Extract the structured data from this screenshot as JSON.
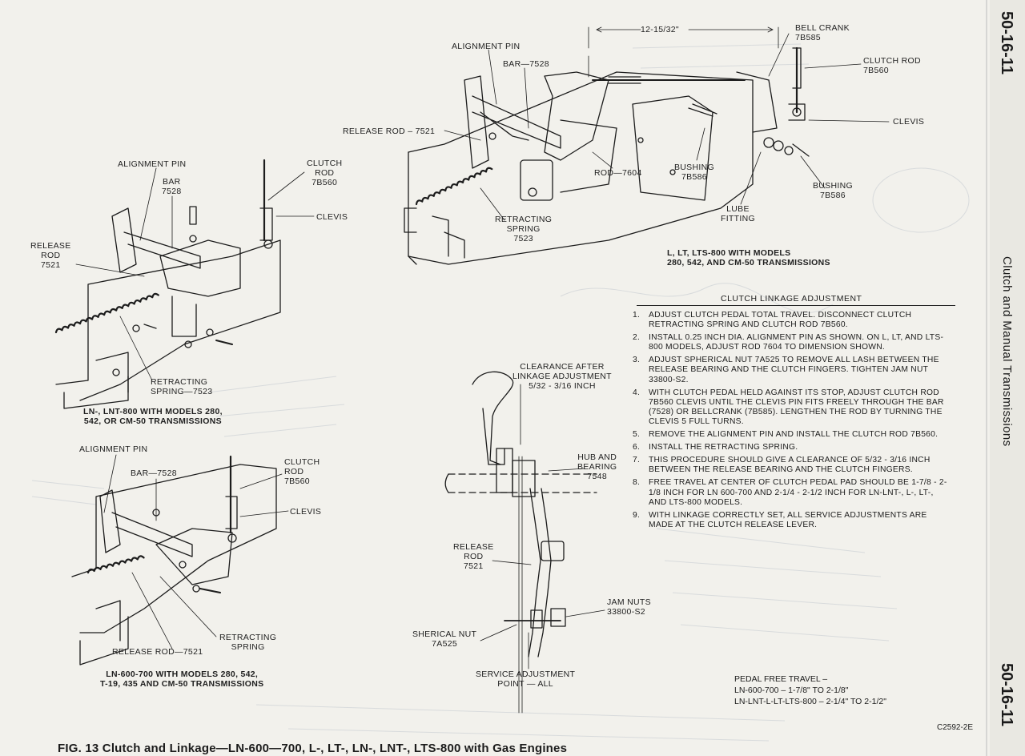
{
  "page": {
    "number": "50-16-11",
    "section_title": "Clutch and Manual Transmissions",
    "figure_caption": "FIG. 13 Clutch and Linkage—LN-600—700, L-, LT-, LN-, LNT-, LTS-800 with Gas Engines",
    "drawing_code": "C2592-2E"
  },
  "top_right_view": {
    "dimension": "12-15/32\"",
    "labels": {
      "alignment_pin": "ALIGNMENT PIN",
      "bar": "BAR—7528",
      "release_rod": "RELEASE ROD – 7521",
      "rod": "ROD—7604",
      "retracting_spring": [
        "RETRACTING",
        "SPRING",
        "7523"
      ],
      "bell_crank": [
        "BELL CRANK",
        "7B585"
      ],
      "clutch_rod": [
        "CLUTCH ROD",
        "7B560"
      ],
      "clevis": "CLEVIS",
      "bushing_1": [
        "BUSHING",
        "7B586"
      ],
      "bushing_2": [
        "BUSHING",
        "7B586"
      ],
      "lube_fitting": [
        "LUBE",
        "FITTING"
      ]
    },
    "caption": [
      "L, LT, LTS-800 WITH MODELS",
      "280, 542, AND CM-50 TRANSMISSIONS"
    ]
  },
  "left_top_view": {
    "labels": {
      "alignment_pin": "ALIGNMENT PIN",
      "bar": [
        "BAR",
        "7528"
      ],
      "clutch_rod": [
        "CLUTCH",
        "ROD",
        "7B560"
      ],
      "clevis": "CLEVIS",
      "release_rod": [
        "RELEASE",
        "ROD",
        "7521"
      ],
      "retracting_spring": [
        "RETRACTING",
        "SPRING—7523"
      ]
    },
    "caption": [
      "LN-, LNT-800 WITH MODELS 280,",
      "542, OR CM-50 TRANSMISSIONS"
    ]
  },
  "left_bottom_view": {
    "labels": {
      "alignment_pin": "ALIGNMENT PIN",
      "bar": "BAR—7528",
      "clutch_rod": [
        "CLUTCH",
        "ROD",
        "7B560"
      ],
      "clevis": "CLEVIS",
      "retracting_spring": [
        "RETRACTING",
        "SPRING"
      ],
      "release_rod": "RELEASE ROD—7521"
    },
    "caption": [
      "LN-600-700 WITH MODELS 280, 542,",
      "T-19, 435 AND CM-50 TRANSMISSIONS"
    ]
  },
  "center_view": {
    "labels": {
      "clearance": [
        "CLEARANCE AFTER",
        "LINKAGE ADJUSTMENT",
        "5/32 - 3/16 INCH"
      ],
      "hub_bearing": [
        "HUB AND",
        "BEARING",
        "7548"
      ],
      "release_rod": [
        "RELEASE",
        "ROD",
        "7521"
      ],
      "jam_nuts": [
        "JAM NUTS",
        "33800-S2"
      ],
      "spherical_nut": [
        "SHERICAL NUT",
        "7A525"
      ],
      "service_adjustment": [
        "SERVICE ADJUSTMENT",
        "POINT — ALL"
      ]
    }
  },
  "procedure": {
    "heading": "CLUTCH LINKAGE ADJUSTMENT",
    "steps": [
      {
        "n": "1.",
        "text": "ADJUST CLUTCH PEDAL TOTAL TRAVEL. DISCONNECT CLUTCH RETRACTING SPRING AND CLUTCH ROD 7B560."
      },
      {
        "n": "2.",
        "text": "INSTALL 0.25 INCH DIA. ALIGNMENT PIN AS SHOWN. ON L, LT, AND LTS-800 MODELS, ADJUST ROD 7604 TO DIMENSION SHOWN."
      },
      {
        "n": "3.",
        "text": "ADJUST SPHERICAL NUT 7A525 TO REMOVE ALL LASH BETWEEN THE RELEASE BEARING AND THE CLUTCH FINGERS. TIGHTEN JAM NUT 33800-S2."
      },
      {
        "n": "4.",
        "text": "WITH CLUTCH PEDAL HELD AGAINST ITS STOP, ADJUST CLUTCH ROD 7B560 CLEVIS UNTIL THE CLEVIS PIN FITS FREELY THROUGH THE BAR (7528) OR BELLCRANK (7B585). LENGTHEN THE ROD BY TURNING THE CLEVIS 5 FULL TURNS."
      },
      {
        "n": "5.",
        "text": "REMOVE THE ALIGNMENT PIN AND INSTALL THE CLUTCH ROD 7B560."
      },
      {
        "n": "6.",
        "text": "INSTALL THE RETRACTING SPRING."
      },
      {
        "n": "7.",
        "text": "THIS PROCEDURE SHOULD GIVE A CLEARANCE OF 5/32 - 3/16 INCH BETWEEN THE RELEASE BEARING AND THE CLUTCH FINGERS."
      },
      {
        "n": "8.",
        "text": "FREE TRAVEL AT CENTER OF CLUTCH PEDAL PAD SHOULD BE 1-7/8 - 2-1/8 INCH FOR LN 600-700 AND 2-1/4 - 2-1/2 INCH FOR LN-LNT-, L-, LT-, AND LTS-800 MODELS."
      },
      {
        "n": "9.",
        "text": "WITH LINKAGE CORRECTLY SET, ALL SERVICE ADJUSTMENTS ARE MADE AT THE CLUTCH RELEASE LEVER."
      }
    ]
  },
  "pedal_free_travel": {
    "title": "PEDAL FREE TRAVEL –",
    "line1": "LN-600-700 – 1-7/8\" TO 2-1/8\"",
    "line2": "LN-LNT-L-LT-LTS-800 – 2-1/4\" TO 2-1/2\""
  },
  "colors": {
    "paper": "#f2f1ec",
    "ink": "#1c1c1c",
    "bleed": "#c9cdd3"
  }
}
